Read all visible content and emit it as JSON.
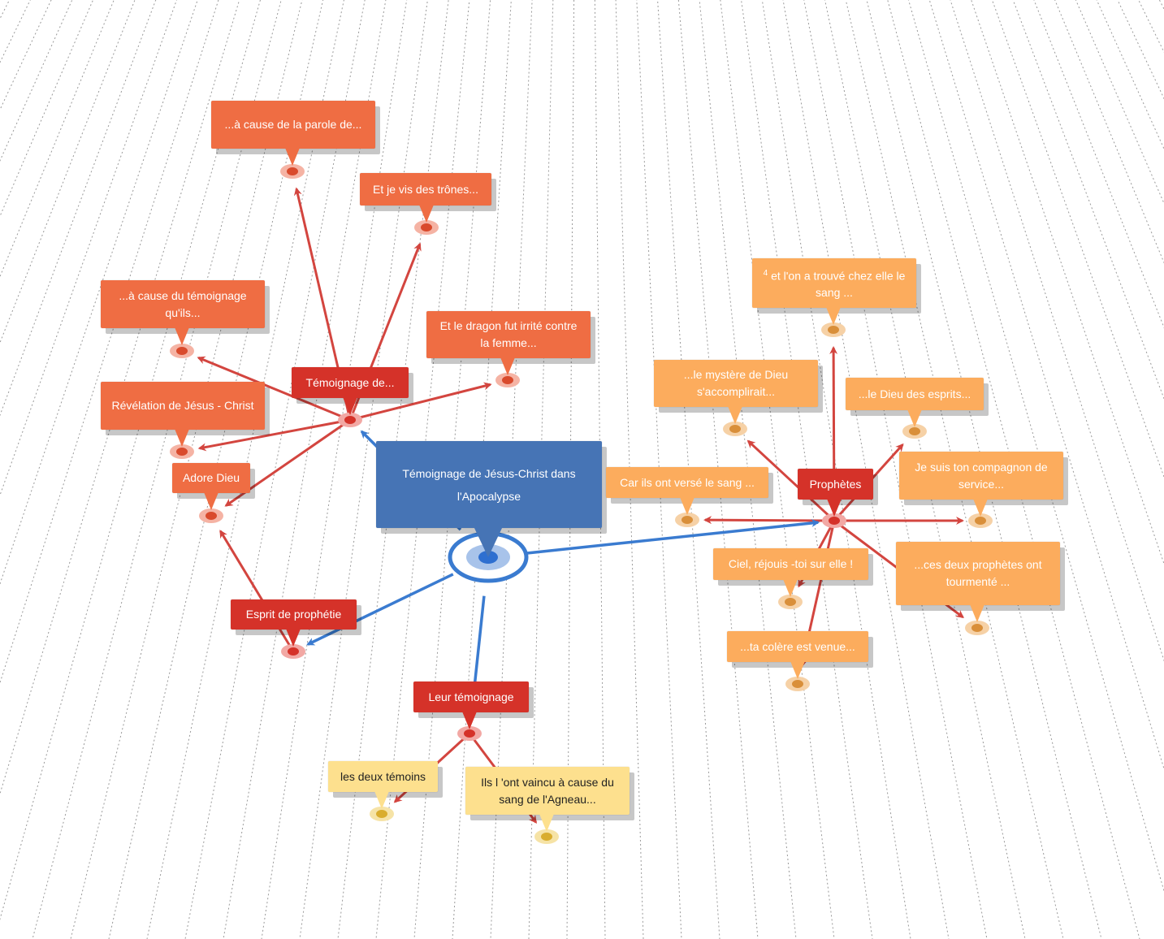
{
  "diagram": {
    "central": {
      "text": "Témoignage de Jésus-Christ dans l'Apocalypse",
      "color": "#4674b5"
    },
    "palette": {
      "red": "#d53229",
      "dark_orange": "#ef6d43",
      "light_orange": "#fcac5d",
      "yellow": "#fde08e",
      "blue": "#4674b5",
      "edge_red": "#d3453f",
      "edge_blue": "#3a7bd0"
    },
    "nodes": {
      "temoignage": "Témoignage de...",
      "esprit": "Esprit de prophétie",
      "leur": "Leur témoignage",
      "prophetes": "Prophètes",
      "parole": "...à cause de la parole de...",
      "trones": "Et je vis des trônes...",
      "temoignage_quils": "...à cause du témoignage qu'ils...",
      "dragon": "Et le dragon fut irrité contre la femme...",
      "revelation": "Révélation de Jésus - Christ",
      "adore": "Adore Dieu",
      "sang_sup": "4",
      "sang_trouve": "et l'on a trouvé chez elle le sang ...",
      "mystere": "...le mystère de Dieu s'accomplirait...",
      "dieu_esprits": "...le Dieu des esprits...",
      "compagnon": "Je suis ton compagnon de service...",
      "verse": "Car ils ont versé le sang ...",
      "ciel": "Ciel, réjouis -toi sur elle !",
      "deux_prophetes": "...ces deux prophètes ont tourmenté ...",
      "colere": "...ta colère est venue...",
      "deux_temoins": "les deux témoins",
      "vaincu": "Ils l 'ont vaincu à cause du sang de l'Agneau..."
    }
  }
}
